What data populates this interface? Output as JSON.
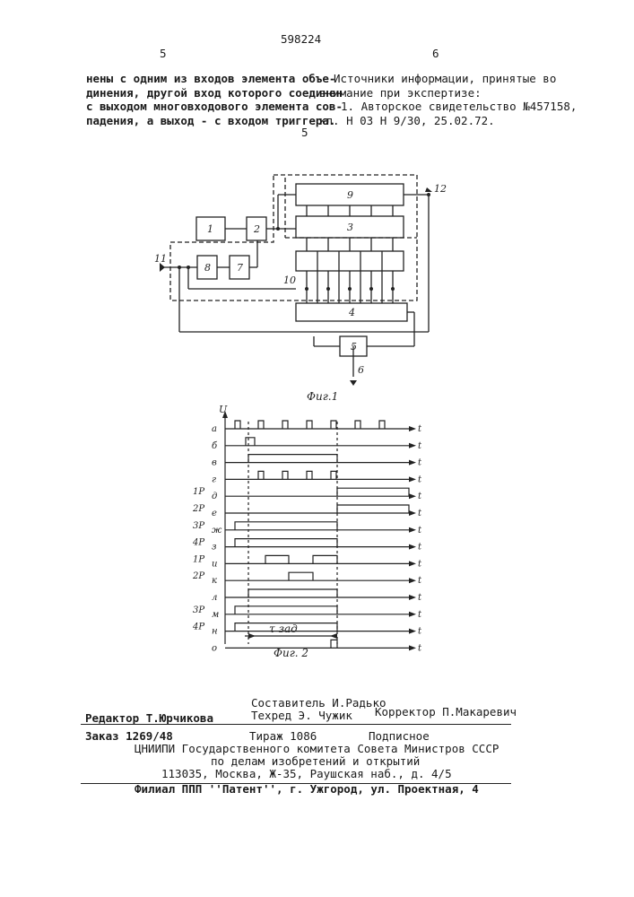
{
  "header": {
    "page_left": "5",
    "patent_number": "598224",
    "page_right": "6",
    "line_marker": "5"
  },
  "left_column": {
    "lines": [
      "нены с одним из входов элемента объе-",
      "динения, другой вход которого соединен",
      "с выходом многовходового элемента сов-",
      "падения, а выход - с входом триггера."
    ]
  },
  "right_column": {
    "lines": [
      "Источники информации, принятые во",
      "внимание при экспертизе:",
      "1. Авторское свидетельство №457158,",
      "кл. Н 03 Н  9/30, 25.02.72."
    ]
  },
  "figure1": {
    "caption": "Фиг.1",
    "blocks": {
      "b1": "1",
      "b2": "2",
      "b3": "3",
      "b4": "4",
      "b5": "5",
      "b7": "7",
      "b8": "8",
      "b9": "9"
    },
    "labels": {
      "input_11": "11",
      "output_12": "12",
      "reg_10": "10",
      "input_6": "6"
    }
  },
  "figure2": {
    "caption": "Фиг. 2",
    "axis_u": "U",
    "axis_t": "t",
    "tau_label": "τ зад",
    "rows": [
      {
        "letter": "а",
        "prefix": ""
      },
      {
        "letter": "б",
        "prefix": ""
      },
      {
        "letter": "в",
        "prefix": ""
      },
      {
        "letter": "г",
        "prefix": ""
      },
      {
        "letter": "д",
        "prefix": "1P"
      },
      {
        "letter": "е",
        "prefix": "2P"
      },
      {
        "letter": "ж",
        "prefix": "3P"
      },
      {
        "letter": "з",
        "prefix": "4P"
      },
      {
        "letter": "и",
        "prefix": "1P"
      },
      {
        "letter": "к",
        "prefix": "2P"
      },
      {
        "letter": "л",
        "prefix": ""
      },
      {
        "letter": "м",
        "prefix": "3P"
      },
      {
        "letter": "н",
        "prefix": "4P"
      },
      {
        "letter": "о",
        "prefix": ""
      }
    ]
  },
  "imprint": {
    "editor": "Редактор Т.Юрчикова",
    "compiler": "Составитель И.Радько",
    "techred": "Техред Э. Чужик",
    "corrector": "Корректор П.Макаревич",
    "order": "Заказ 1269/48",
    "circulation": "Тираж 1086",
    "subscription": "Подписное",
    "institute": "ЦНИИПИ Государственного комитета Совета Министров СССР",
    "department": "по делам изобретений и открытий",
    "address": "113035, Москва, Ж-35, Раушская наб., д. 4/5",
    "branch": "Филиал ППП ''Патент'', г. Ужгород, ул. Проектная, 4"
  }
}
